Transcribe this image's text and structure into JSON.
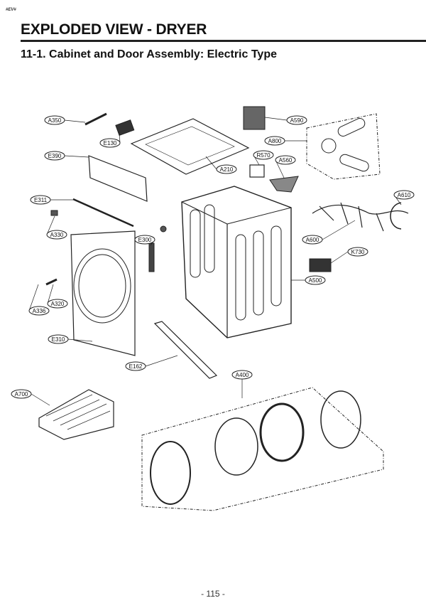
{
  "header": {
    "tag": "#EV#",
    "title": "EXPLODED VIEW - DRYER",
    "subtitle": "11-1. Cabinet and Door Assembly: Electric Type"
  },
  "diagram": {
    "labels": [
      "A350",
      "E130",
      "E390",
      "A210",
      "A590",
      "A800",
      "R570",
      "A560",
      "E311",
      "A610",
      "A330",
      "E300",
      "A600",
      "K730",
      "A500",
      "A320",
      "A336",
      "E310",
      "E162",
      "A400",
      "A700"
    ]
  },
  "footer": {
    "page": "- 115 -"
  }
}
